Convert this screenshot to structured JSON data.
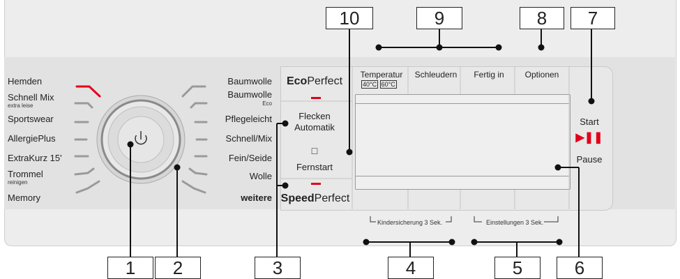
{
  "programs_left": [
    "Hemden",
    "Schnell Mix",
    "Sportswear",
    "AllergiePlus",
    "ExtraKurz 15'",
    "Trommel",
    "Memory"
  ],
  "programs_left_sub": {
    "schnell_mix": "extra leise",
    "trommel": "reinigen"
  },
  "programs_right": [
    "Baumwolle",
    "Baumwolle",
    "Pflegeleicht",
    "Schnell/Mix",
    "Fein/Seide",
    "Wolle",
    "weitere"
  ],
  "programs_right_sub": {
    "baumwolle_eco": "Eco"
  },
  "buttons": {
    "eco_bold": "Eco",
    "eco_rest": "Perfect",
    "flecken1": "Flecken",
    "flecken2": "Automatik",
    "fernstart": "Fernstart",
    "speed_bold": "Speed",
    "speed_rest": "Perfect",
    "start": "Start",
    "pause": "Pause",
    "temperatur": "Temperatur",
    "temp_opt1": "40°C",
    "temp_opt2": "60°C",
    "schleudern": "Schleudern",
    "fertig_in": "Fertig in",
    "optionen": "Optionen"
  },
  "captions": {
    "kindersicherung": "Kindersicherung  3 Sek.",
    "einstellungen": "Einstellungen 3 Sek."
  },
  "callouts": [
    "1",
    "2",
    "3",
    "4",
    "5",
    "6",
    "7",
    "8",
    "9",
    "10"
  ],
  "colors": {
    "accent_red": "#e2001a"
  }
}
